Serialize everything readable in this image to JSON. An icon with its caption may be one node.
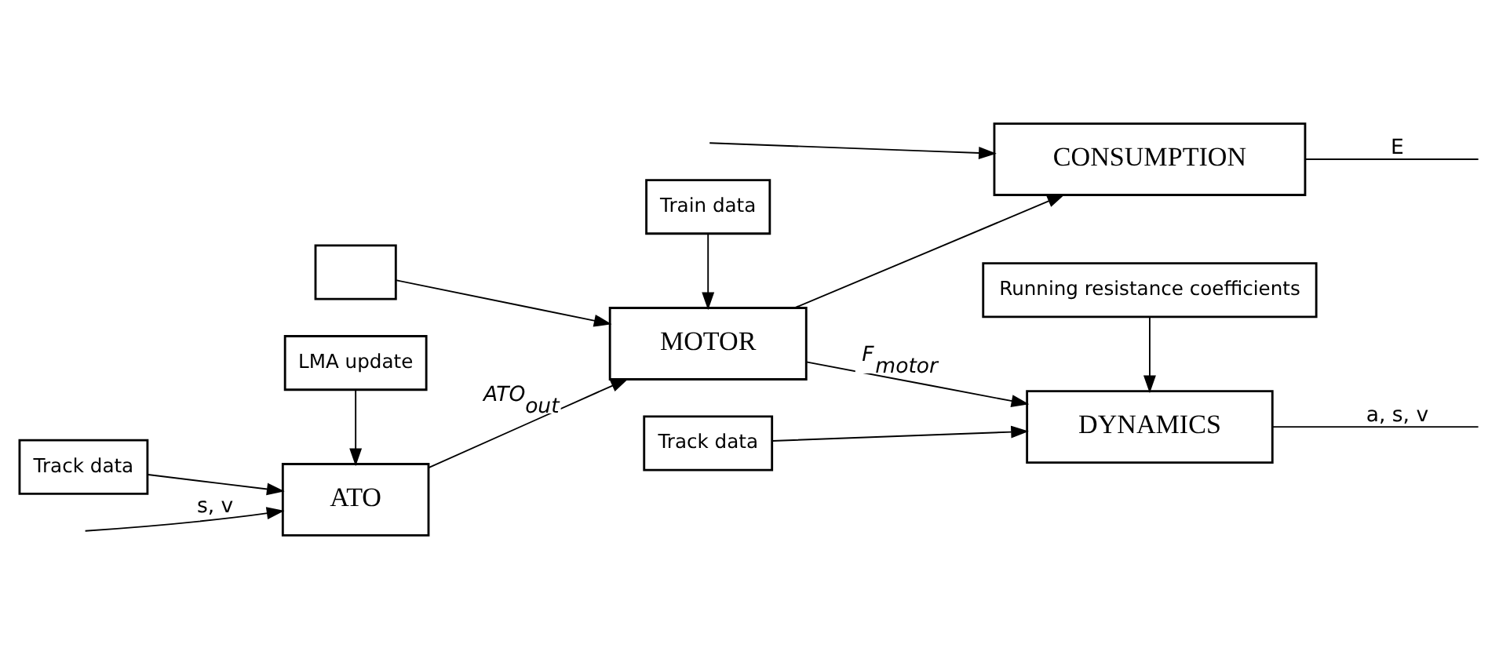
{
  "diagram": {
    "nodes": [
      {
        "text": [
          "Track data"
        ]
      },
      {
        "text": [
          "LMA update"
        ]
      },
      {
        "text": [
          "ATO"
        ]
      },
      {
        "text": [],
        "shape": "box"
      },
      {
        "text": [
          "MOTOR"
        ]
      },
      {
        "text": [
          "Train data"
        ]
      },
      {
        "text": [
          "CONSUMPTION"
        ]
      },
      {
        "text": [
          "DYNAMICS"
        ]
      },
      {
        "text": [
          "Track data"
        ]
      },
      {
        "text": [
          "Running resistance coefficients"
        ]
      }
    ],
    "edges": [
      {
        "from": 0,
        "to": 2,
        "arrow": "to"
      },
      {
        "from": 1,
        "to": 2,
        "arrow": "to"
      },
      {
        "from": null,
        "to": 2,
        "arrow": "to",
        "label": "s, v"
      },
      {
        "from": 2,
        "to": 4,
        "arrow": "to",
        "label": "ATO$_{out}$"
      },
      {
        "from": 3,
        "to": 4,
        "arrow": "to"
      },
      {
        "from": 5,
        "to": 4,
        "arrow": "to"
      },
      {
        "from": 4,
        "to": 6,
        "arrow": "to"
      },
      {
        "from": 4,
        "to": 7,
        "arrow": "to",
        "label": "F$_{motor}$"
      },
      {
        "from": null,
        "to": 6,
        "arrow": "to"
      },
      {
        "from": 6,
        "to": null,
        "arrow": "none",
        "label": "E"
      },
      {
        "from": 7,
        "to": null,
        "arrow": "none",
        "label": "a, s, v"
      },
      {
        "from": 8,
        "to": 7,
        "arrow": "to"
      },
      {
        "from": 9,
        "to": 7,
        "arrow": "to"
      }
    ]
  }
}
